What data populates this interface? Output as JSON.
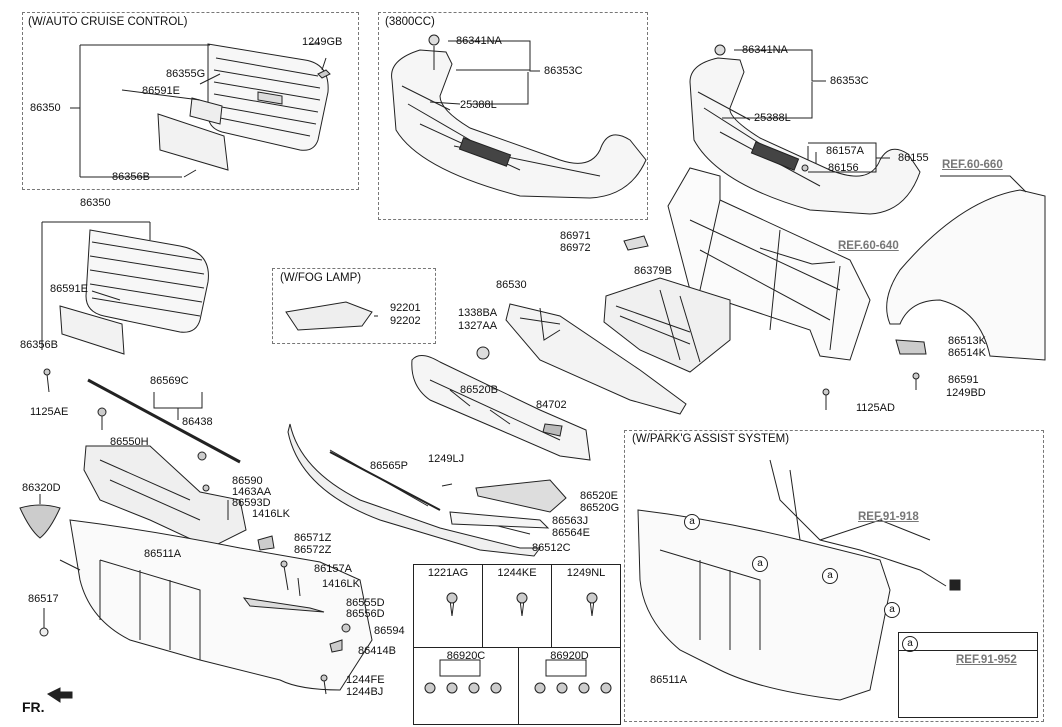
{
  "boxes": {
    "auto_cruise": "(W/AUTO CRUISE CONTROL)",
    "engine": "(3800CC)",
    "fog": "(W/FOG LAMP)",
    "park": "(W/PARK'G ASSIST SYSTEM)"
  },
  "refs": {
    "r660": "REF.60-660",
    "r640": "REF.60-640",
    "r918": "REF.91-918",
    "r952": "REF.91-952"
  },
  "circle_label": "a",
  "footer": {
    "fr": "FR."
  },
  "labels": {
    "l1249GB": "1249GB",
    "l86350a": "86350",
    "l86355G": "86355G",
    "l86591Ea": "86591E",
    "l86356Ba": "86356B",
    "l86341NAa": "86341NA",
    "l86353Ca": "86353C",
    "l25388La": "25388L",
    "l86341NAb": "86341NA",
    "l86353Cb": "86353C",
    "l25388Lb": "25388L",
    "l86157Aa": "86157A",
    "l86156": "86156",
    "l86155": "86155",
    "l86350b": "86350",
    "l86591Eb": "86591E",
    "l86356Bb": "86356B",
    "l92201": "92201",
    "l92202": "92202",
    "l86971": "86971",
    "l86972": "86972",
    "l86379B": "86379B",
    "l86530": "86530",
    "l1338BA": "1338BA",
    "l1327AA": "1327AA",
    "l86520B": "86520B",
    "l84702": "84702",
    "l86513K": "86513K",
    "l86514K": "86514K",
    "l86591": "86591",
    "l1249BD": "1249BD",
    "l1125AD": "1125AD",
    "l86569C": "86569C",
    "l1125AE": "1125AE",
    "l86438": "86438",
    "l86550H": "86550H",
    "l86320D": "86320D",
    "l86590": "86590",
    "l1463AA": "1463AA",
    "l86593D": "86593D",
    "l1416LKa": "1416LK",
    "l86565P": "86565P",
    "l1249LJ": "1249LJ",
    "l86520E": "86520E",
    "l86520G": "86520G",
    "l86563J": "86563J",
    "l86564E": "86564E",
    "l86511Aa": "86511A",
    "l86571Z": "86571Z",
    "l86572Z": "86572Z",
    "l86512C": "86512C",
    "l86157Ab": "86157A",
    "l1416LKb": "1416LK",
    "l86517": "86517",
    "l86555D": "86555D",
    "l86556D": "86556D",
    "l86594": "86594",
    "l86414B": "86414B",
    "l1244FE": "1244FE",
    "l1244BJ": "1244BJ",
    "l86511Ab": "86511A"
  },
  "legend": {
    "row1": [
      "1221AG",
      "1244KE",
      "1249NL"
    ],
    "row2": [
      "86920C",
      "86920D"
    ]
  }
}
